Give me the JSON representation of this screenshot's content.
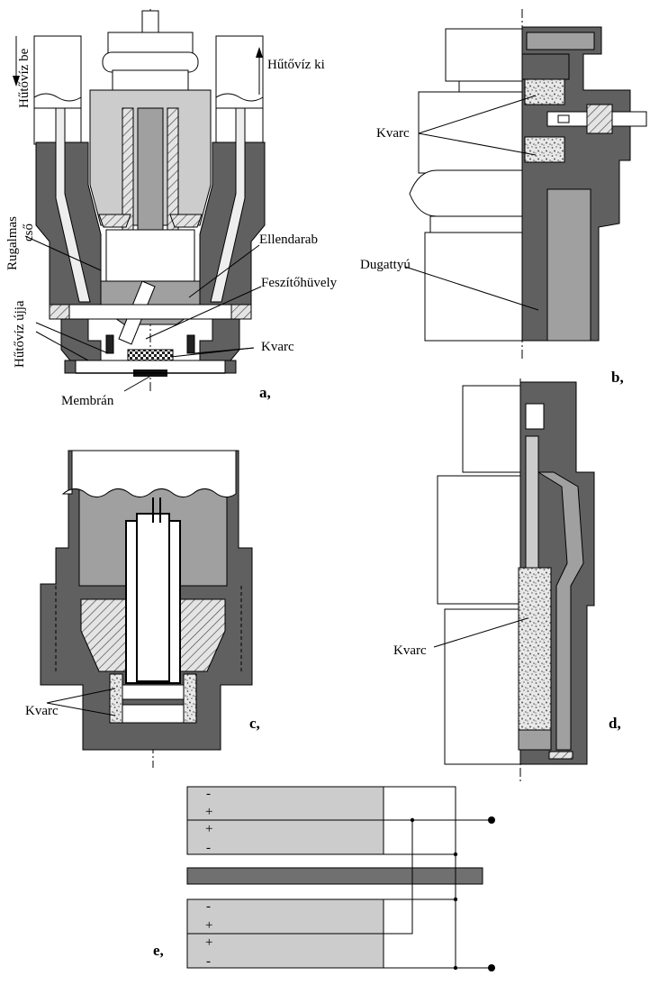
{
  "labels": {
    "a": {
      "cooling_in": "Hűtővíz be",
      "cooling_out": "Hűtővíz ki",
      "tube_line1": "Rugalmas",
      "tube_line2": "cső",
      "counterpiece": "Ellendarab",
      "sleeve": "Feszítőhüvely",
      "cooling_pin": "Hűtővíz újja",
      "quartz": "Kvarc",
      "membrane": "Membrán",
      "panel": "a,"
    },
    "b": {
      "quartz": "Kvarc",
      "piston": "Dugattyú",
      "panel": "b,"
    },
    "c": {
      "quartz": "Kvarc",
      "panel": "c,"
    },
    "d": {
      "quartz": "Kvarc",
      "panel": "d,"
    },
    "e": {
      "panel": "e,",
      "signs": [
        "-",
        "+",
        "+",
        "-",
        "-",
        "+",
        "+",
        "-"
      ]
    }
  },
  "colors": {
    "dark_gray": "#606060",
    "mid_gray": "#a0a0a0",
    "light_gray": "#cccccc",
    "quartz_speckle": "#555555"
  }
}
